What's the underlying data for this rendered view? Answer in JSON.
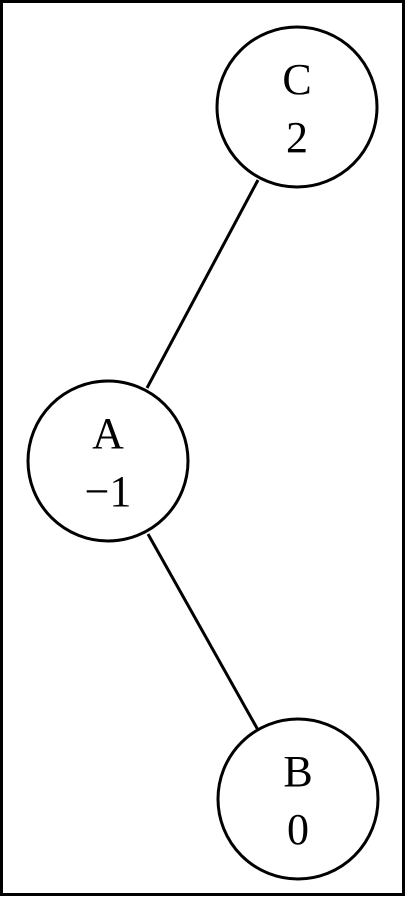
{
  "tree": {
    "nodes": [
      {
        "id": "C",
        "label": "C",
        "value": "2"
      },
      {
        "id": "A",
        "label": "A",
        "value": "−1"
      },
      {
        "id": "B",
        "label": "B",
        "value": "0"
      }
    ],
    "edges": [
      {
        "from": "C",
        "to": "A"
      },
      {
        "from": "A",
        "to": "B"
      }
    ]
  }
}
